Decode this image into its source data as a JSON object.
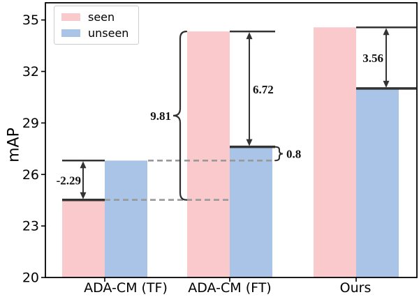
{
  "chart_data": {
    "type": "bar",
    "title": "",
    "categories": [
      "ADA-CM (TF)",
      "ADA-CM (FT)",
      "Ours"
    ],
    "series": [
      {
        "name": "seen",
        "color": "#F9C9CB",
        "values": [
          24.52,
          34.33,
          34.57
        ]
      },
      {
        "name": "unseen",
        "color": "#A9C4E7",
        "values": [
          26.81,
          27.61,
          31.01
        ]
      }
    ],
    "xlabel": "",
    "ylabel": "mAP",
    "ylim": [
      20,
      36
    ],
    "yticks": [
      20,
      23,
      26,
      29,
      32,
      35
    ],
    "grid": false,
    "legend": {
      "position": "upper-left",
      "entries": [
        "seen",
        "unseen"
      ]
    },
    "annotations": [
      {
        "text": "-2.29",
        "kind": "double-arrow",
        "group": "ADA-CM (TF)",
        "from_value": 26.81,
        "to_value": 24.52
      },
      {
        "text": "9.81",
        "kind": "brace",
        "group": "seen: TF to FT",
        "from_value": 34.33,
        "to_value": 24.52
      },
      {
        "text": "6.72",
        "kind": "double-arrow",
        "group": "ADA-CM (FT)",
        "from_value": 34.33,
        "to_value": 27.61
      },
      {
        "text": "0.8",
        "kind": "brace",
        "group": "unseen: FT vs TF",
        "from_value": 27.61,
        "to_value": 26.81
      },
      {
        "text": "3.56",
        "kind": "double-arrow",
        "group": "Ours",
        "from_value": 34.57,
        "to_value": 31.01
      }
    ]
  },
  "colors": {
    "annotation_line": "#333333",
    "brace_line": "#2e2e2e",
    "dashed_guide": "#999999",
    "axis": "#000000"
  }
}
